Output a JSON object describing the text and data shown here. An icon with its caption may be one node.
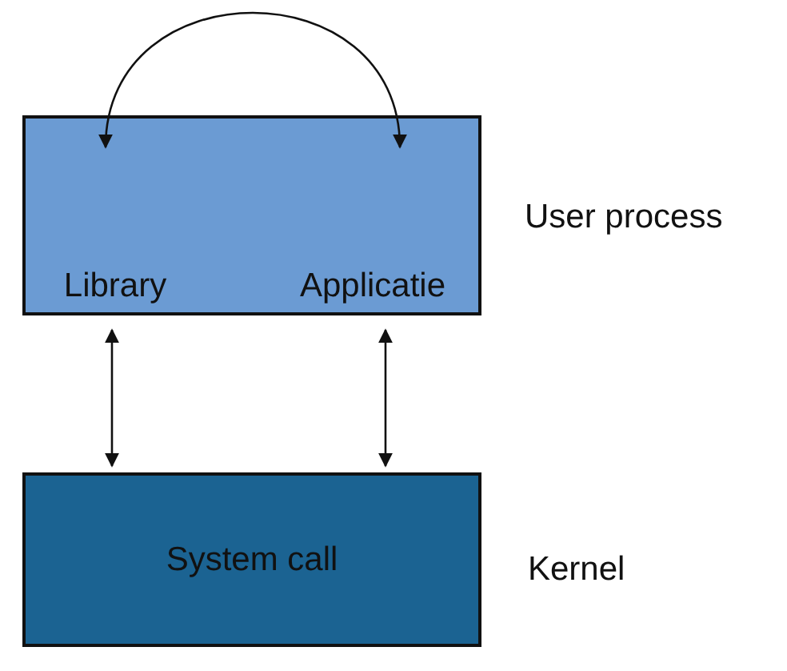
{
  "diagram": {
    "nodes": [
      {
        "text": [],
        "shape": "box",
        "beside": [
          "User process"
        ]
      },
      {
        "text": [
          "Library"
        ],
        "in": 0
      },
      {
        "text": [
          "Applicatie"
        ],
        "in": 0
      },
      {
        "text": [
          "System call"
        ],
        "beside": [
          "Kernel"
        ]
      }
    ],
    "edges": [
      {
        "from": 1,
        "to": 2,
        "arrow": "both"
      },
      {
        "from": 1,
        "to": 3,
        "arrow": "both"
      },
      {
        "from": 2,
        "to": 3,
        "arrow": "both"
      }
    ]
  }
}
